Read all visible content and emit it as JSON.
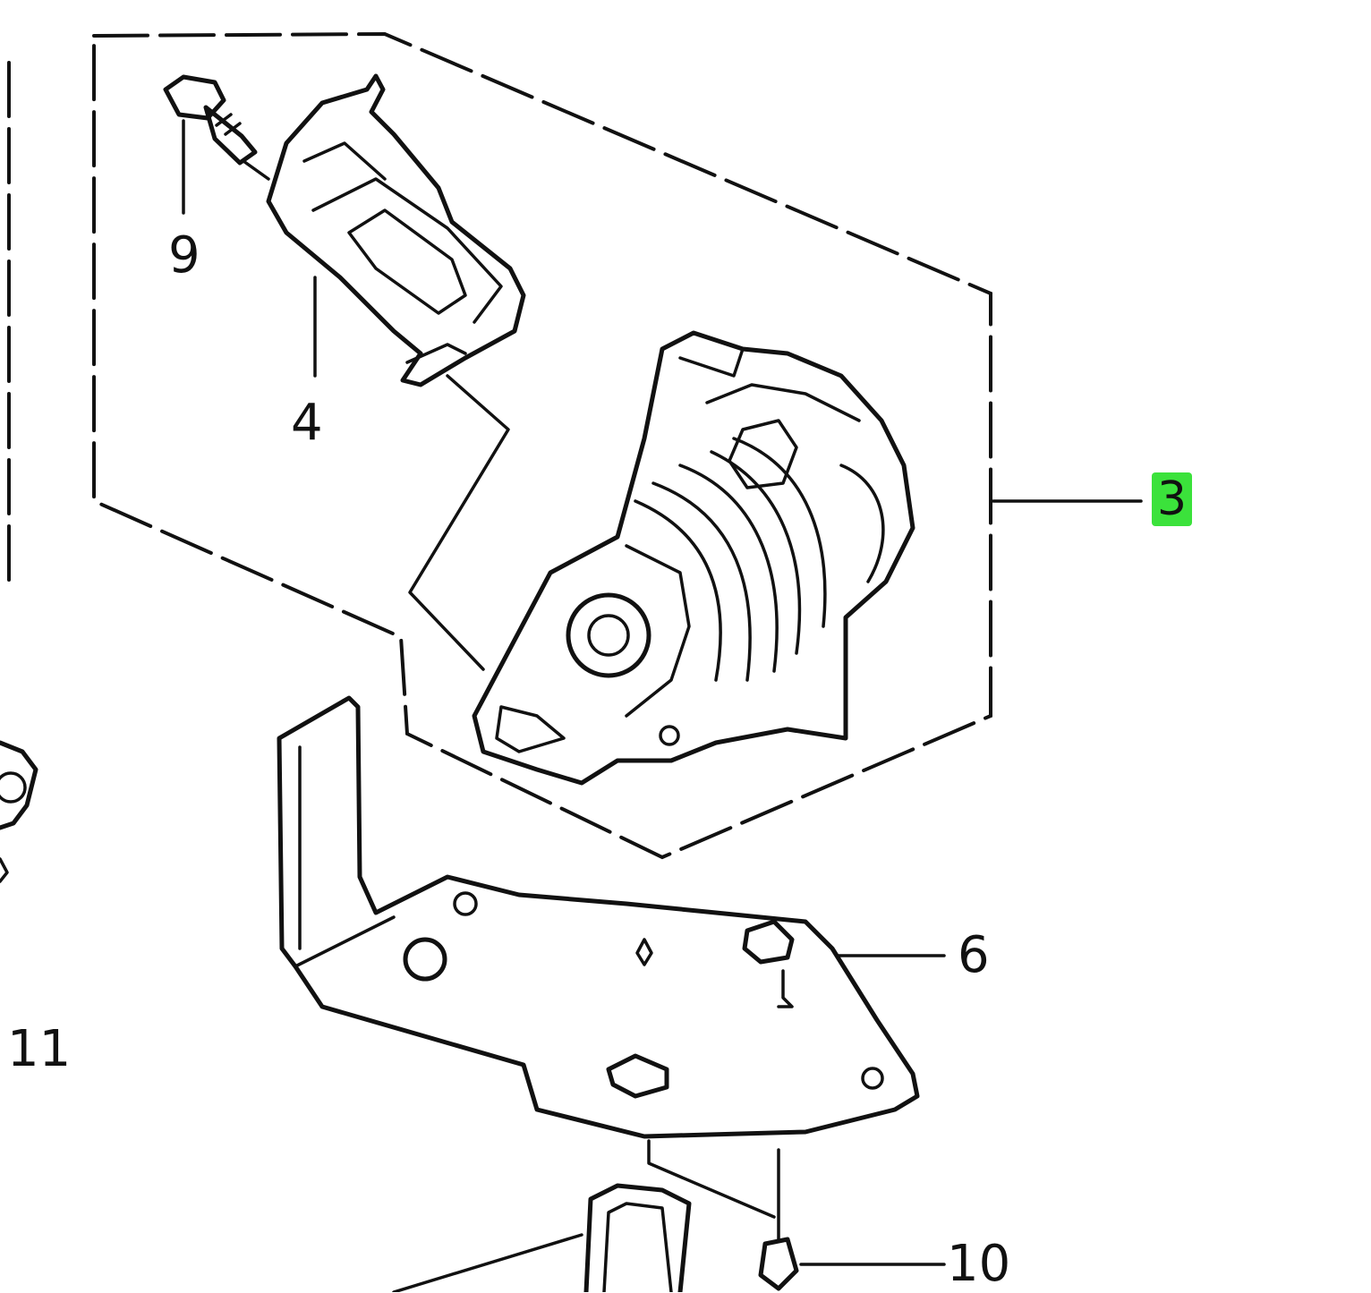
{
  "callouts": [
    {
      "id": "9",
      "text": "9"
    },
    {
      "id": "4",
      "text": "4"
    },
    {
      "id": "3",
      "text": "3"
    },
    {
      "id": "6",
      "text": "6"
    },
    {
      "id": "11",
      "text": "11"
    },
    {
      "id": "10",
      "text": "10"
    }
  ],
  "highlight": {
    "callout": "3",
    "color": "#3be23b"
  },
  "colors": {
    "ink": "#111111",
    "background": "#ffffff"
  }
}
